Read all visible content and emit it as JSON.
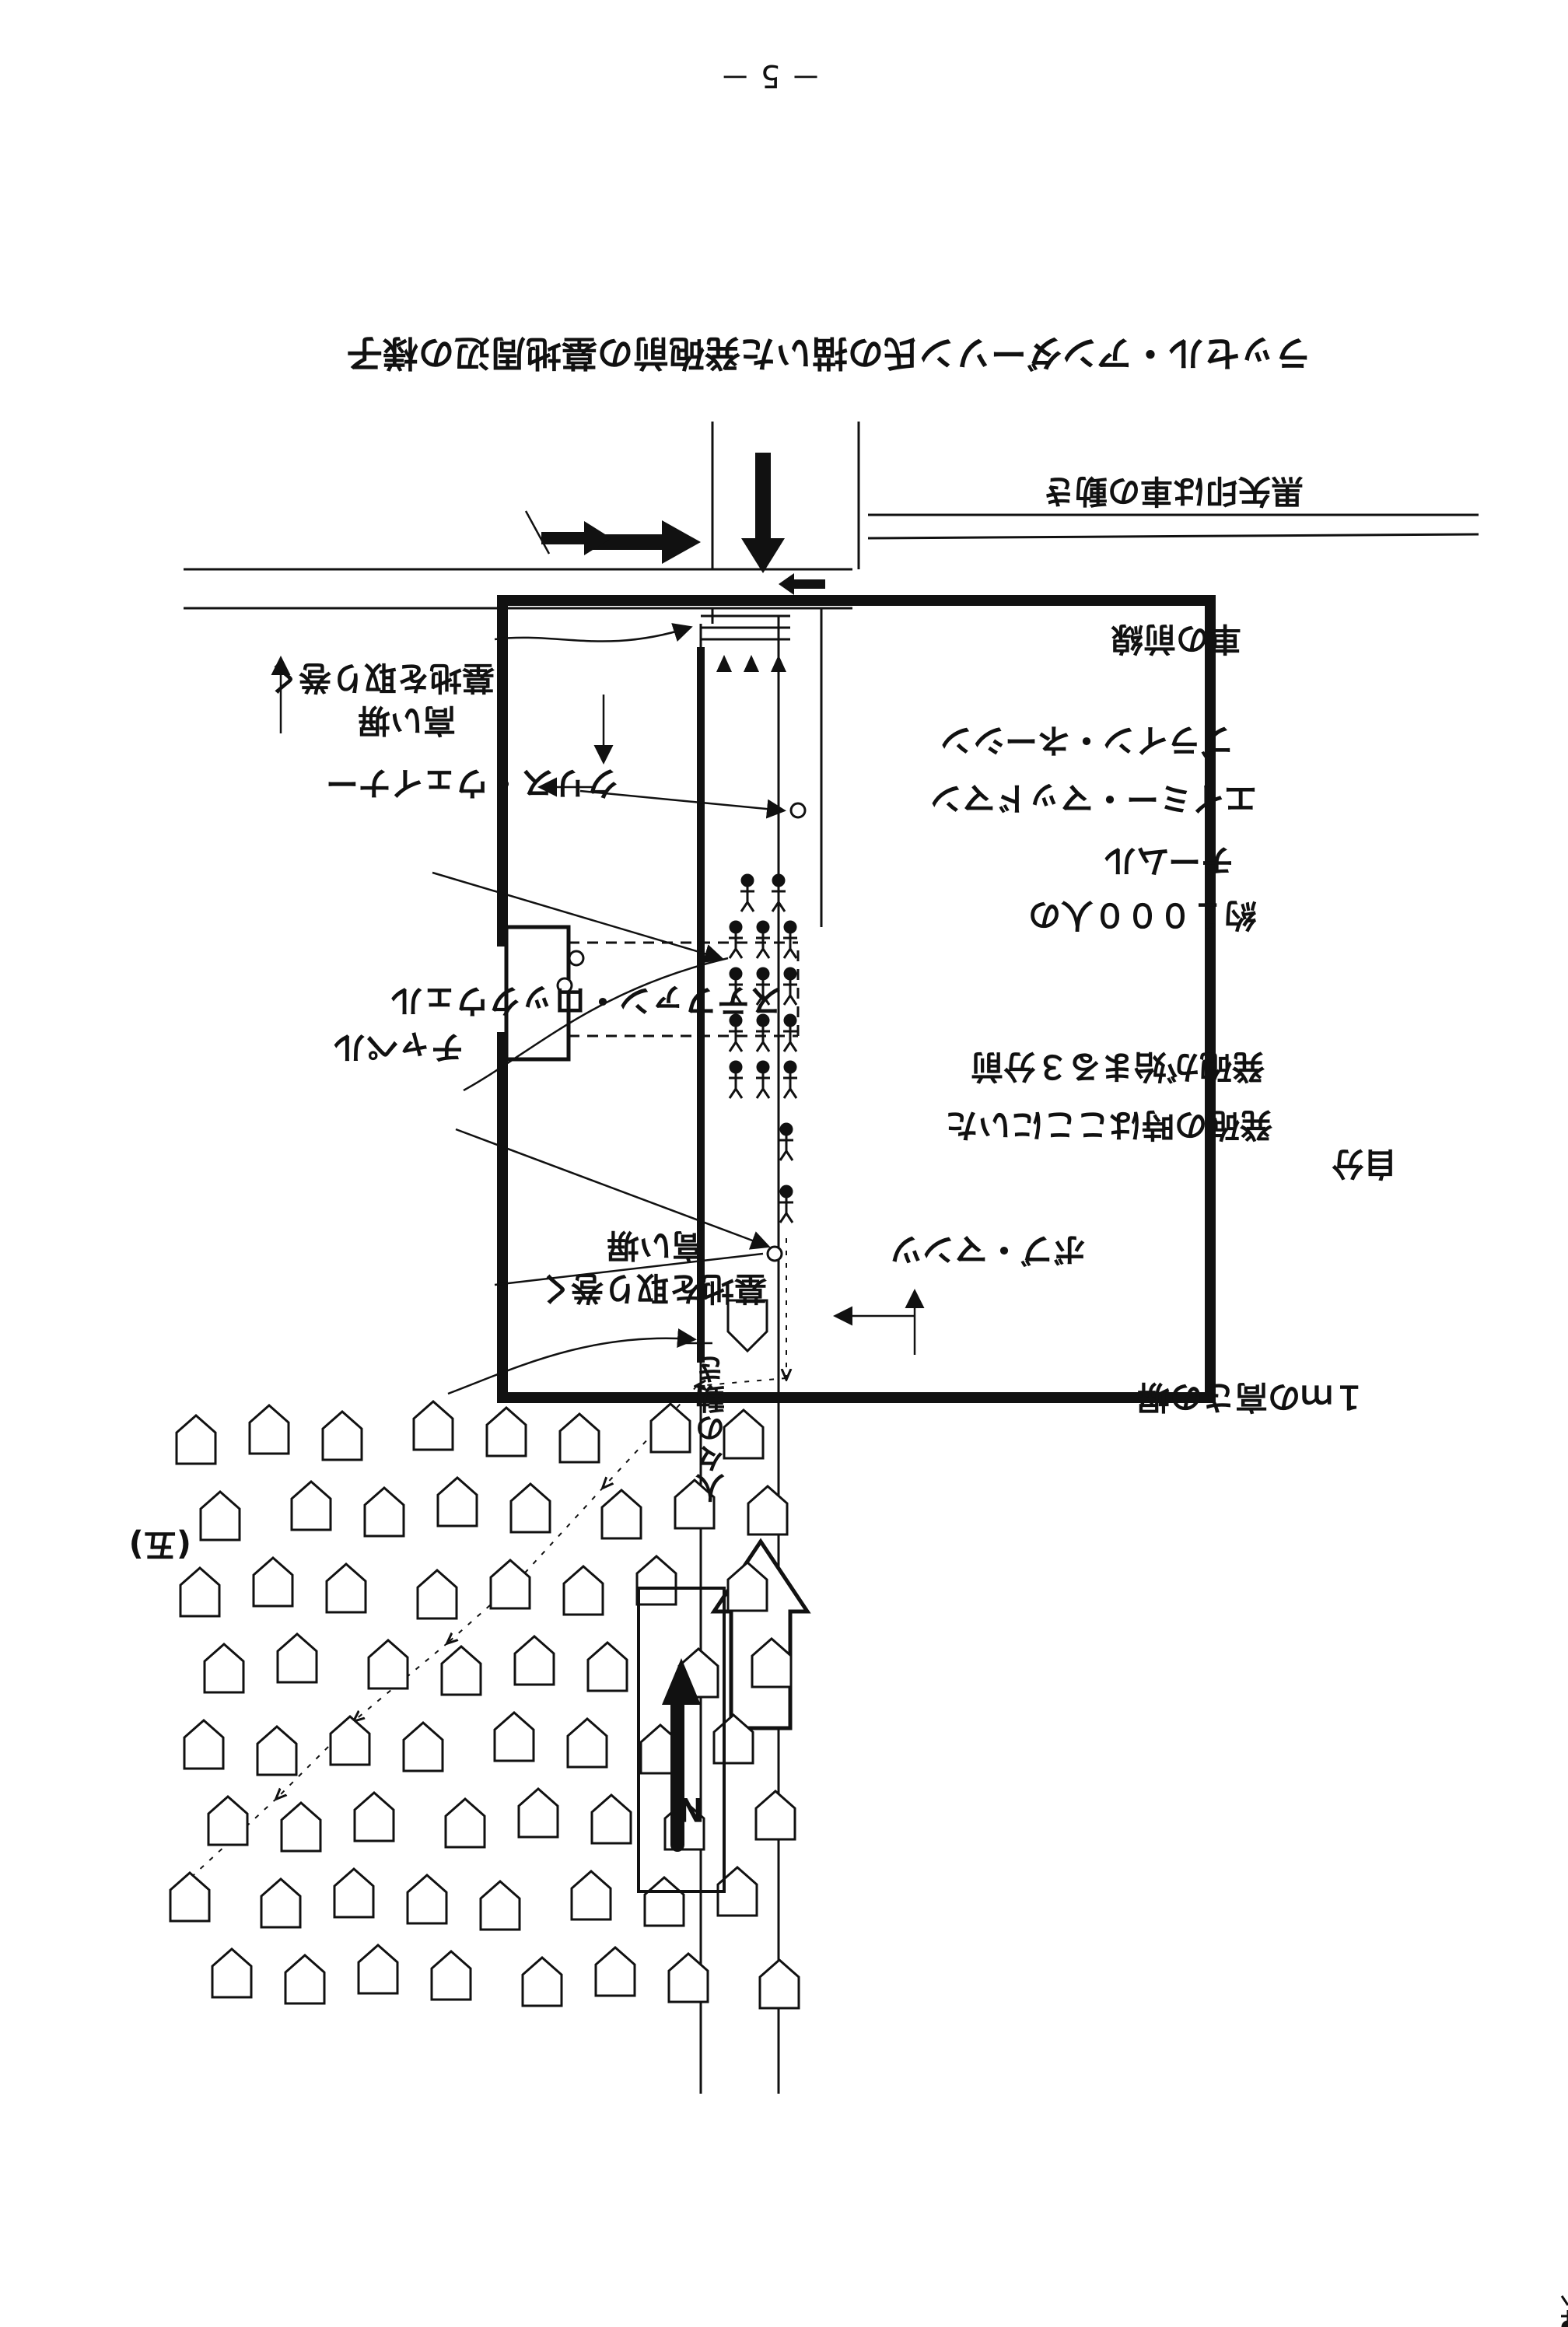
{
  "page_number": "－ 5 －",
  "title": "ラッセル・アンダーソン氏の描いた発砲前の墓地周辺の様子",
  "legend": {
    "black_arrows": "黒矢印は車の動き",
    "north": "N"
  },
  "labels": {
    "lead_car": "車の前線",
    "bryan_nacey": "ブライン・ネーシン",
    "emmy_rethman": "エイミー・マッドマン",
    "team_1000": "約１０００人の",
    "team_word": "チームル",
    "crowd_before_shooting": "発砲が始まる３分前",
    "me": "自分",
    "where_i_was": "発砲の時はここにいた",
    "kevin_bosman": "ボブ・マンツ",
    "low_wall": "１ｍの高さの塀",
    "people_movement": "人々の動き",
    "chris_wall": "クリス・ウェイナー",
    "wall_surround_top": "墓地を取り巻く",
    "high_wall_top": "高い塀",
    "stephan_rockwell": "ステファン・ロックウェル",
    "chapel": "チャペル",
    "wall_surround_bottom": "墓地を取り巻く",
    "high_wall_bottom": "高い塀",
    "west_marker": "(五)"
  }
}
